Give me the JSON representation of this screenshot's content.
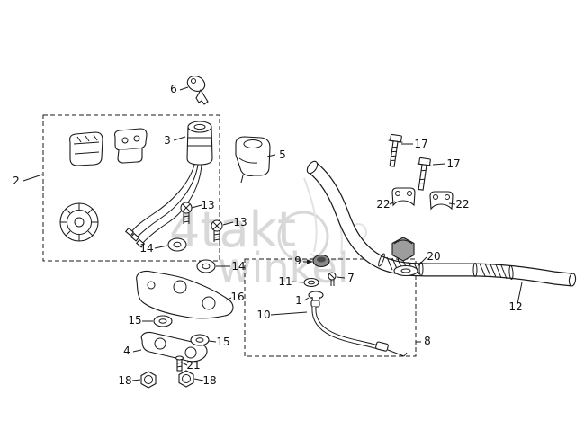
{
  "meta": {
    "background": "#ffffff",
    "line_color": "#1a1a1a",
    "watermark_color": "#d8d8d8",
    "description_type": "exploded-parts-diagram"
  },
  "watermark": {
    "line1": "4takt",
    "line2": "winkel"
  },
  "labels": [
    {
      "text": "6"
    },
    {
      "text": "2"
    },
    {
      "text": "3"
    },
    {
      "text": "5"
    },
    {
      "text": "17"
    },
    {
      "text": "17"
    },
    {
      "text": "22"
    },
    {
      "text": "22"
    },
    {
      "text": "13"
    },
    {
      "text": "13"
    },
    {
      "text": "14"
    },
    {
      "text": "14"
    },
    {
      "text": "9"
    },
    {
      "text": "7"
    },
    {
      "text": "11"
    },
    {
      "text": "1"
    },
    {
      "text": "16"
    },
    {
      "text": "10"
    },
    {
      "text": "8"
    },
    {
      "text": "15"
    },
    {
      "text": "15"
    },
    {
      "text": "4"
    },
    {
      "text": "21"
    },
    {
      "text": "18"
    },
    {
      "text": "18"
    },
    {
      "text": "20"
    },
    {
      "text": "12"
    }
  ]
}
